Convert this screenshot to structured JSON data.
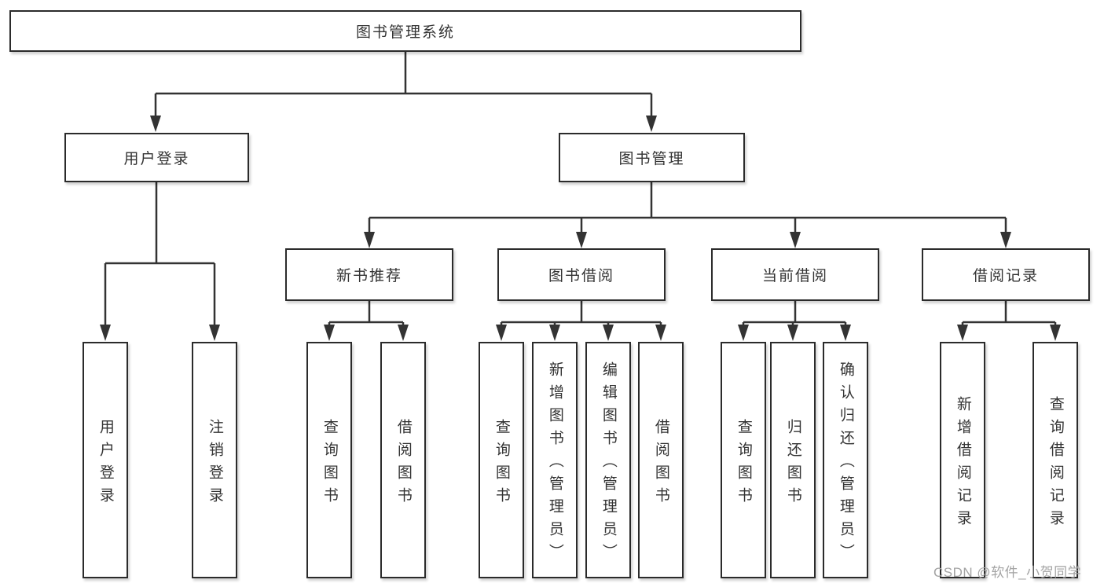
{
  "colors": {
    "line": "#333333",
    "box_border": "#2b2b2b",
    "text": "#333333",
    "watermark": "#a3a3a3",
    "background": "#ffffff"
  },
  "watermark": {
    "text": "CSDN @软件_小贺同学"
  },
  "tree": {
    "root": {
      "label": "图书管理系统",
      "children": [
        {
          "label": "用户登录",
          "children": [
            {
              "label": "用户登录"
            },
            {
              "label": "注销登录"
            }
          ]
        },
        {
          "label": "图书管理",
          "children": [
            {
              "label": "新书推荐",
              "children": [
                {
                  "label": "查询图书"
                },
                {
                  "label": "借阅图书"
                }
              ]
            },
            {
              "label": "图书借阅",
              "children": [
                {
                  "label": "查询图书"
                },
                {
                  "label": "新增图书（管理员）"
                },
                {
                  "label": "编辑图书（管理员）"
                },
                {
                  "label": "借阅图书"
                }
              ]
            },
            {
              "label": "当前借阅",
              "children": [
                {
                  "label": "查询图书"
                },
                {
                  "label": "归还图书"
                },
                {
                  "label": "确认归还（管理员）"
                }
              ]
            },
            {
              "label": "借阅记录",
              "children": [
                {
                  "label": "新增借阅记录"
                },
                {
                  "label": "查询借阅记录"
                }
              ]
            }
          ]
        }
      ]
    }
  }
}
